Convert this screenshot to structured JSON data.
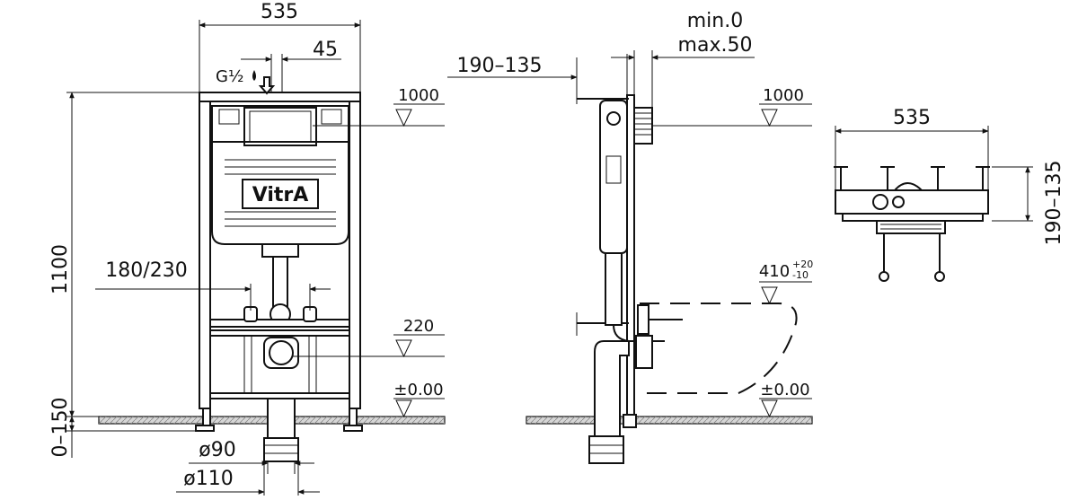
{
  "front_view": {
    "width_label": "535",
    "offset_label": "45",
    "connection_label": "G½",
    "brand": "VitrA",
    "height_label": "1100",
    "adjust_label": "0–150",
    "spacing_label": "180/230",
    "level_1000": "1000",
    "level_220": "220",
    "level_zero": "±0.00",
    "dia_90": "ø90",
    "dia_110": "ø110"
  },
  "side_view": {
    "depth_label": "190–135",
    "min_label": "min.0",
    "max_label": "max.50",
    "level_1000": "1000",
    "level_410": "410",
    "tol_plus": "+20",
    "tol_minus": "-10",
    "level_zero": "±0.00"
  },
  "top_view": {
    "width_label": "535",
    "depth_label": "190–135"
  },
  "colors": {
    "line": "#111111",
    "floor": "#d6d6d6"
  }
}
